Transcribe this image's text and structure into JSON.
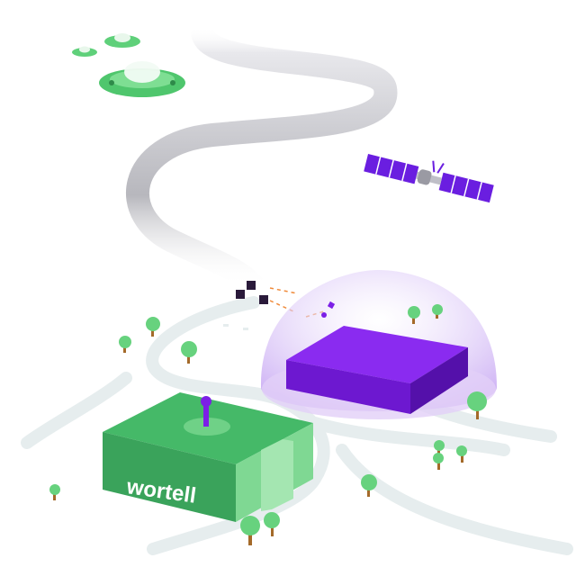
{
  "brand": {
    "logo_text": "wortell",
    "green": "#3fae5f",
    "green_dark": "#2e8a49",
    "green_light": "#7cd68f",
    "purple": "#7c1fe6",
    "purple_dark": "#5a12b0",
    "dome_tint": "#dcc8f5"
  },
  "scene": {
    "illustration": "isometric-landscape",
    "elements": [
      "flying-saucers",
      "winding-road",
      "satellite",
      "data-cubes",
      "purple-dome-building",
      "green-wortell-building",
      "trees",
      "paths"
    ]
  }
}
